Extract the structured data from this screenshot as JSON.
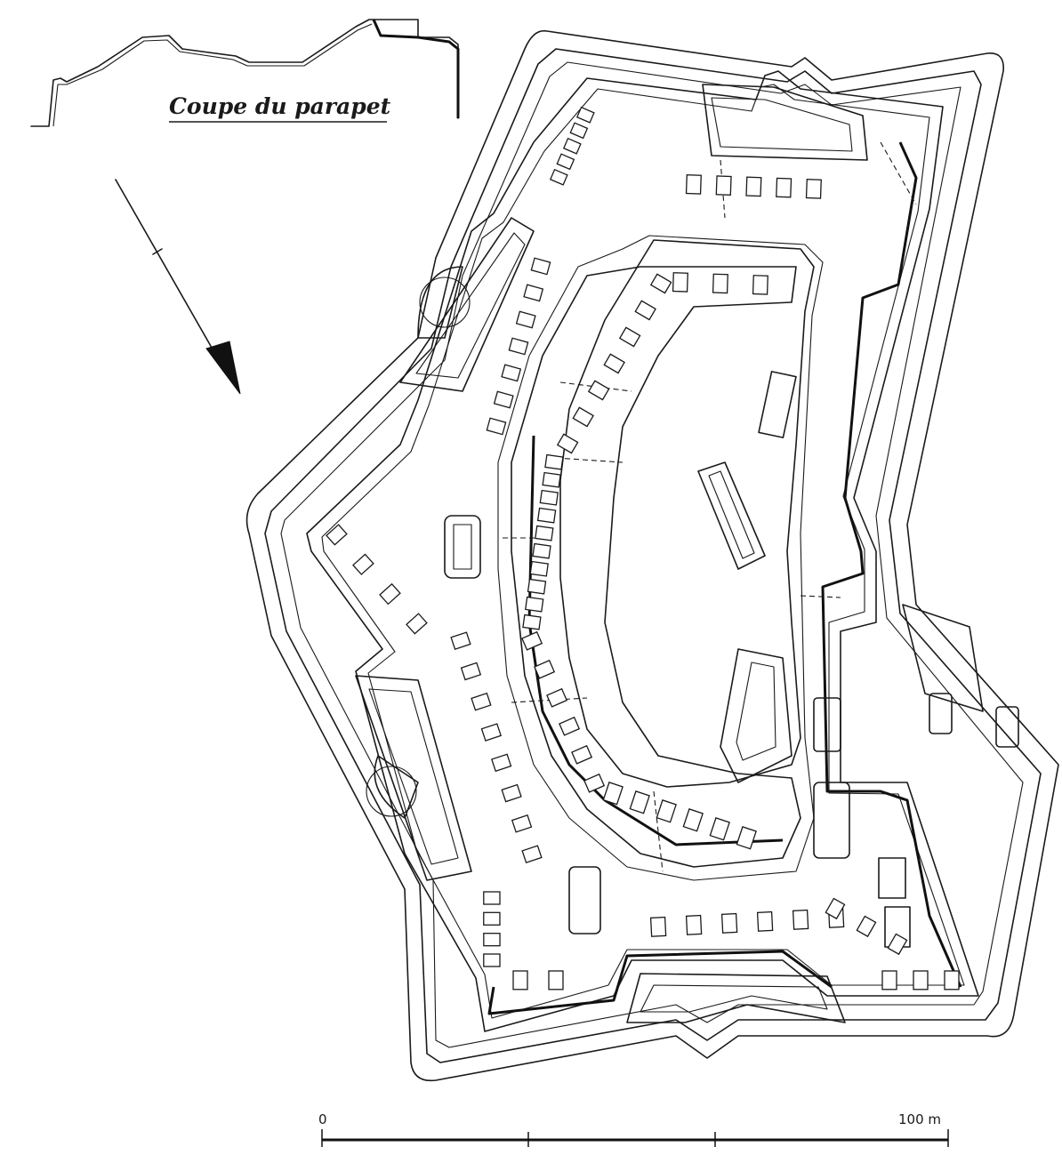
{
  "legend": {
    "section_title": "Coupe du parapet"
  },
  "scale": {
    "start_label": "0",
    "end_label": "100 m"
  },
  "colors": {
    "ink": "#1a1a1a",
    "background": "#ffffff"
  },
  "icons": {
    "north_arrow": "north-arrow-icon"
  }
}
